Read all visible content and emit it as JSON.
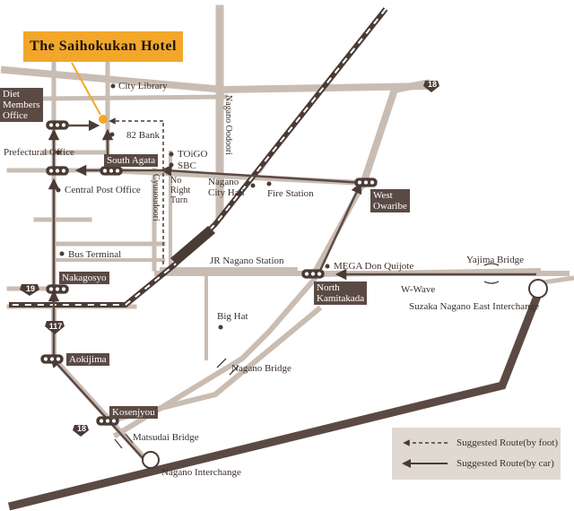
{
  "title": "The Saihokukan Hotel",
  "landmarks": {
    "city_library": "City Library",
    "diet_members_office": [
      "Diet",
      "Members",
      "Office"
    ],
    "bank_82": "82 Bank",
    "toigo": "TOiGO",
    "sbc": "SBC",
    "prefectural_office": "Prefectural Office",
    "central_post_office": "Central Post Office",
    "nagano_city_hall": [
      "Nagano",
      "City Hall"
    ],
    "fire_station": "Fire Station",
    "bus_terminal": "Bus Terminal",
    "jr_nagano_station": "JR Nagano Station",
    "big_hat": "Big Hat",
    "mega_don_quijote": "MEGA Don Quijote",
    "w_wave": "W-Wave",
    "yajima_bridge": "Yajima Bridge",
    "suzaka_ic": "Suzaka Nagano East Interchange",
    "nagano_bridge": "Nagano Bridge",
    "matsudai_bridge": "Matsudai Bridge",
    "nagano_ic": "Nagano Interchange"
  },
  "streets": {
    "nagano_oodoori": "Nagano Oodoori",
    "cyuuoudoori": "Cyuuoudoori",
    "no_right_turn": [
      "No",
      "Right",
      "Turn"
    ]
  },
  "intersections": {
    "south_agata": "South Agata",
    "west_owaribe": [
      "West",
      "Owaribe"
    ],
    "nakagosyo": "Nakagosyo",
    "north_kamitakada": [
      "North",
      "Kamitakada"
    ],
    "aokijima": "Aokijima",
    "kosenjyou": "Kosenjyou"
  },
  "route_numbers": {
    "r18_top": "18",
    "r19": "19",
    "r117": "117",
    "r18_bottom": "18"
  },
  "legend": {
    "foot": "Suggested Route(by foot)",
    "car": "Suggested Route(by car)"
  },
  "colors": {
    "road": "#c9bdb3",
    "route": "#5b4a44",
    "title_bg": "#f2a72b",
    "hotel_dot": "#f2a72b"
  }
}
